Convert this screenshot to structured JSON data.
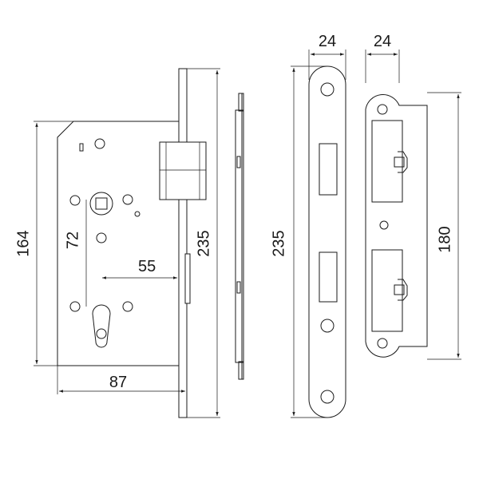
{
  "dimensions": {
    "body_height": "164",
    "faceplate_length": "235",
    "spindle_to_cylinder": "72",
    "backset": "55",
    "case_width": "87",
    "striker_length": "235",
    "striker_width": "24",
    "keeper_width": "24",
    "keeper_height": "180"
  },
  "colors": {
    "line": "#1a1a1a",
    "background": "#ffffff"
  }
}
